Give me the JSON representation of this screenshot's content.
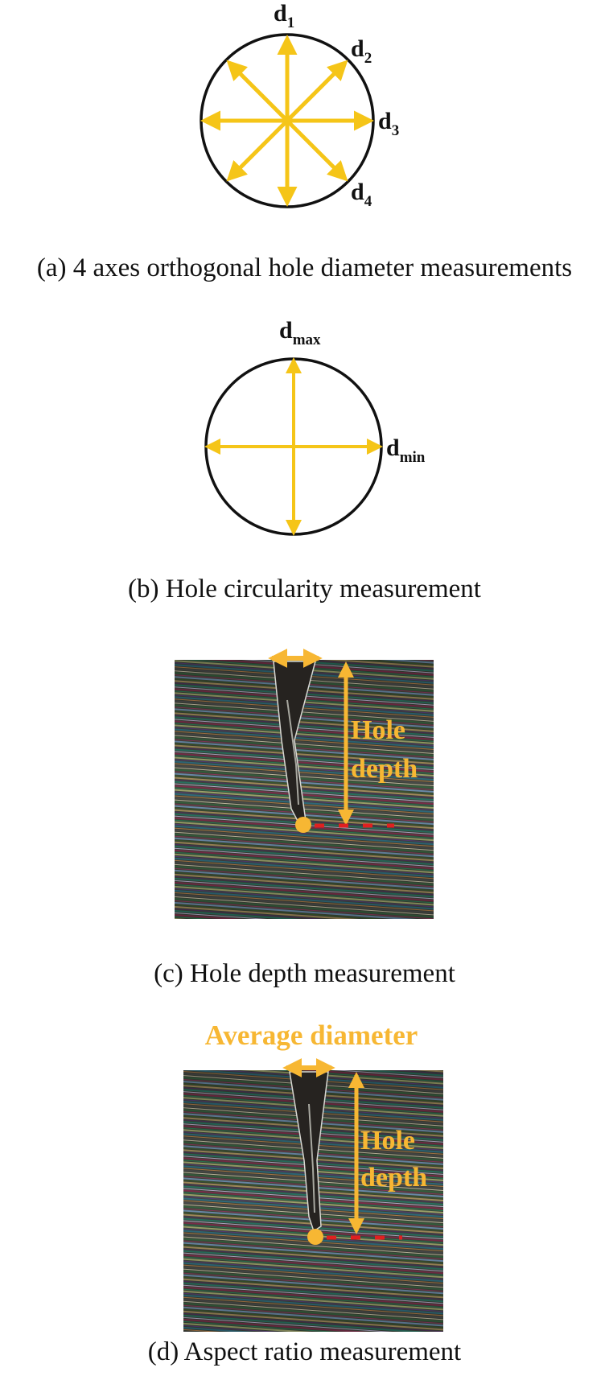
{
  "colors": {
    "arrow": "#f5c518",
    "annotation": "#f7b733",
    "baseline": "#e02020",
    "outline": "#111111",
    "background": "#ffffff"
  },
  "panel_a": {
    "labels": {
      "d1": {
        "base": "d",
        "sub": "1"
      },
      "d2": {
        "base": "d",
        "sub": "2"
      },
      "d3": {
        "base": "d",
        "sub": "3"
      },
      "d4": {
        "base": "d",
        "sub": "4"
      }
    },
    "caption": "(a) 4 axes orthogonal hole diameter measurements"
  },
  "panel_b": {
    "labels": {
      "dmax": {
        "base": "d",
        "sub": "max"
      },
      "dmin": {
        "base": "d",
        "sub": "min"
      }
    },
    "caption": "(b) Hole circularity measurement"
  },
  "panel_c": {
    "hole_label_line1": "Hole",
    "hole_label_line2": "depth",
    "caption": "(c) Hole depth measurement"
  },
  "panel_d": {
    "title": "Average diameter",
    "hole_label_line1": "Hole",
    "hole_label_line2": "depth",
    "caption": "(d) Aspect ratio measurement"
  }
}
